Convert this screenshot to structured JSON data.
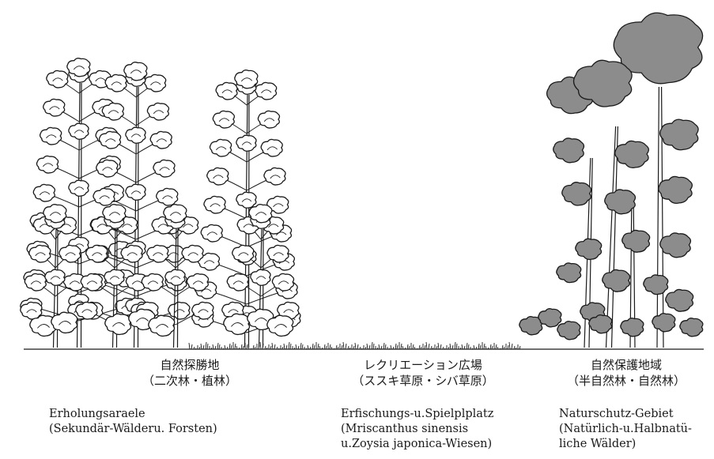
{
  "zones": [
    {
      "jp_title": "自然探勝地",
      "jp_subtitle": "（二次林・植林）",
      "de_lines": [
        "Erholungsaraele",
        "(Sekundär-Wälderu. Forsten)"
      ]
    },
    {
      "jp_title": "レクリエーション広場",
      "jp_subtitle": "（ススキ草原・シバ草原）",
      "de_lines": [
        "Erfischungs-u.Spielplplatz",
        "(Mriscanthus sinensis",
        "u.Zoysia japonica-Wiesen)"
      ]
    },
    {
      "jp_title": "自然保護地域",
      "jp_subtitle": "（半自然林・自然林）",
      "de_lines": [
        "Naturschutz-Gebiet",
        "(Natürlich-u.Halbnatü-",
        "liche Wälder)"
      ]
    }
  ],
  "colors": {
    "line": "#1a1a1a",
    "natural_forest_fill": "#8c8c8c",
    "deciduous_fill": "#ffffff"
  }
}
